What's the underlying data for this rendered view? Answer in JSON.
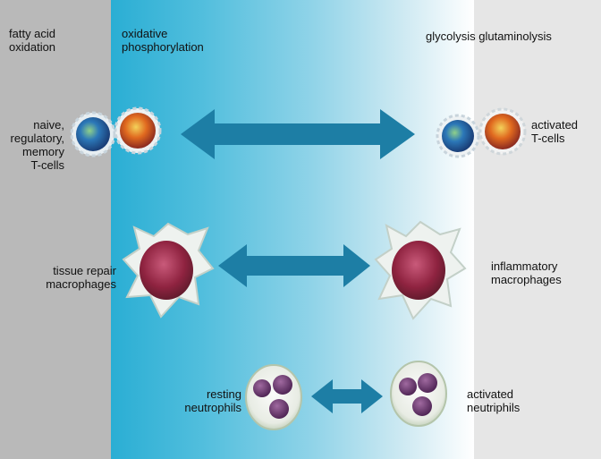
{
  "zones": {
    "fatty_acid": "fatty acid\noxidation",
    "oxphos": "oxidative\nphosphorylation",
    "glycolysis": "glycolysis glutaminolysis"
  },
  "rows": [
    {
      "left_label": "naive,\nregulatory,\nmemory\nT-cells",
      "right_label": "activated\nT-cells"
    },
    {
      "left_label": "tissue repair\nmacrophages",
      "right_label": "inflammatory\nmacrophages"
    },
    {
      "left_label": "resting\nneutrophils",
      "right_label": "activated\nneutriphils"
    }
  ],
  "colors": {
    "fatty_acid_zone": "#b9b9b9",
    "oxphos_zone": "#2aaed4",
    "glycolysis_zone": "#e6e6e6",
    "arrow": "#1d7ea5"
  }
}
